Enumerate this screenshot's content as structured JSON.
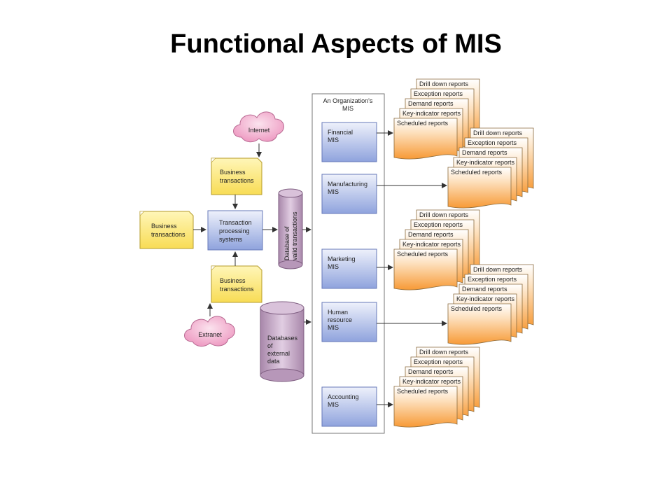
{
  "title": "Functional Aspects of MIS",
  "internet": "Internet",
  "extranet": "Extranet",
  "bt_top": [
    "Business",
    "transactions"
  ],
  "bt_left": [
    "Business",
    "transactions"
  ],
  "bt_bottom": [
    "Business",
    "transactions"
  ],
  "tps": [
    "Transaction",
    "processing",
    "systems"
  ],
  "db_valid": [
    "Database of",
    "valid transactions"
  ],
  "db_external": [
    "Databases",
    "of",
    "external",
    "data"
  ],
  "org_label": [
    "An Organization's",
    "MIS"
  ],
  "mis": [
    {
      "l1": "Financial",
      "l2": "MIS",
      "l3": ""
    },
    {
      "l1": "Manufacturing",
      "l2": "MIS",
      "l3": ""
    },
    {
      "l1": "Marketing",
      "l2": "MIS",
      "l3": ""
    },
    {
      "l1": "Human",
      "l2": "resource",
      "l3": "MIS"
    },
    {
      "l1": "Accounting",
      "l2": "MIS",
      "l3": ""
    }
  ],
  "reports": [
    "Drill down reports",
    "Exception reports",
    "Demand reports",
    "Key-indicator reports",
    "Scheduled reports"
  ],
  "colors": {
    "note": "#fde97c",
    "box": "#a9b8e6",
    "db": "#c7a9c9",
    "cloud": "#f3b6d4",
    "report": "#f9a74a"
  }
}
